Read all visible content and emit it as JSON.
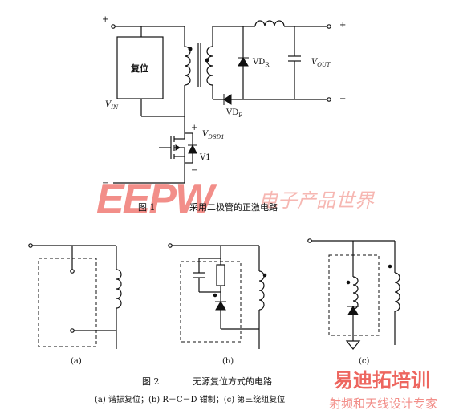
{
  "fig1": {
    "box_label": "复位",
    "vin": "V",
    "vin_sub": "IN",
    "vdr": "VD",
    "vdr_sub": "R",
    "vout": "V",
    "vout_sub": "OUT",
    "vdf": "VD",
    "vdf_sub": "F",
    "vdsd": "V",
    "vdsd_sub": "DSD1",
    "v1": "V1",
    "plus": "+",
    "minus": "−",
    "caption_num": "图 1",
    "caption_text": "采用二极管的正激电路"
  },
  "fig2": {
    "sub_a": "(a)",
    "sub_b": "(b)",
    "sub_c": "(c)",
    "caption_num": "图 2",
    "caption_text": "无源复位方式的电路",
    "subcaption": "(a) 谐振复位；(b) R－C－D 钳制；(c) 第三绕组复位"
  },
  "watermarks": {
    "eepw": "EEPW",
    "eepw_cn": "电子产品世界",
    "bottom_cn": "易迪拓培训",
    "bottom_sub": "射频和天线设计专家"
  },
  "colors": {
    "line": "#111111",
    "watermark_red": "#e8332a",
    "watermark_light": "#f4a6a0"
  }
}
